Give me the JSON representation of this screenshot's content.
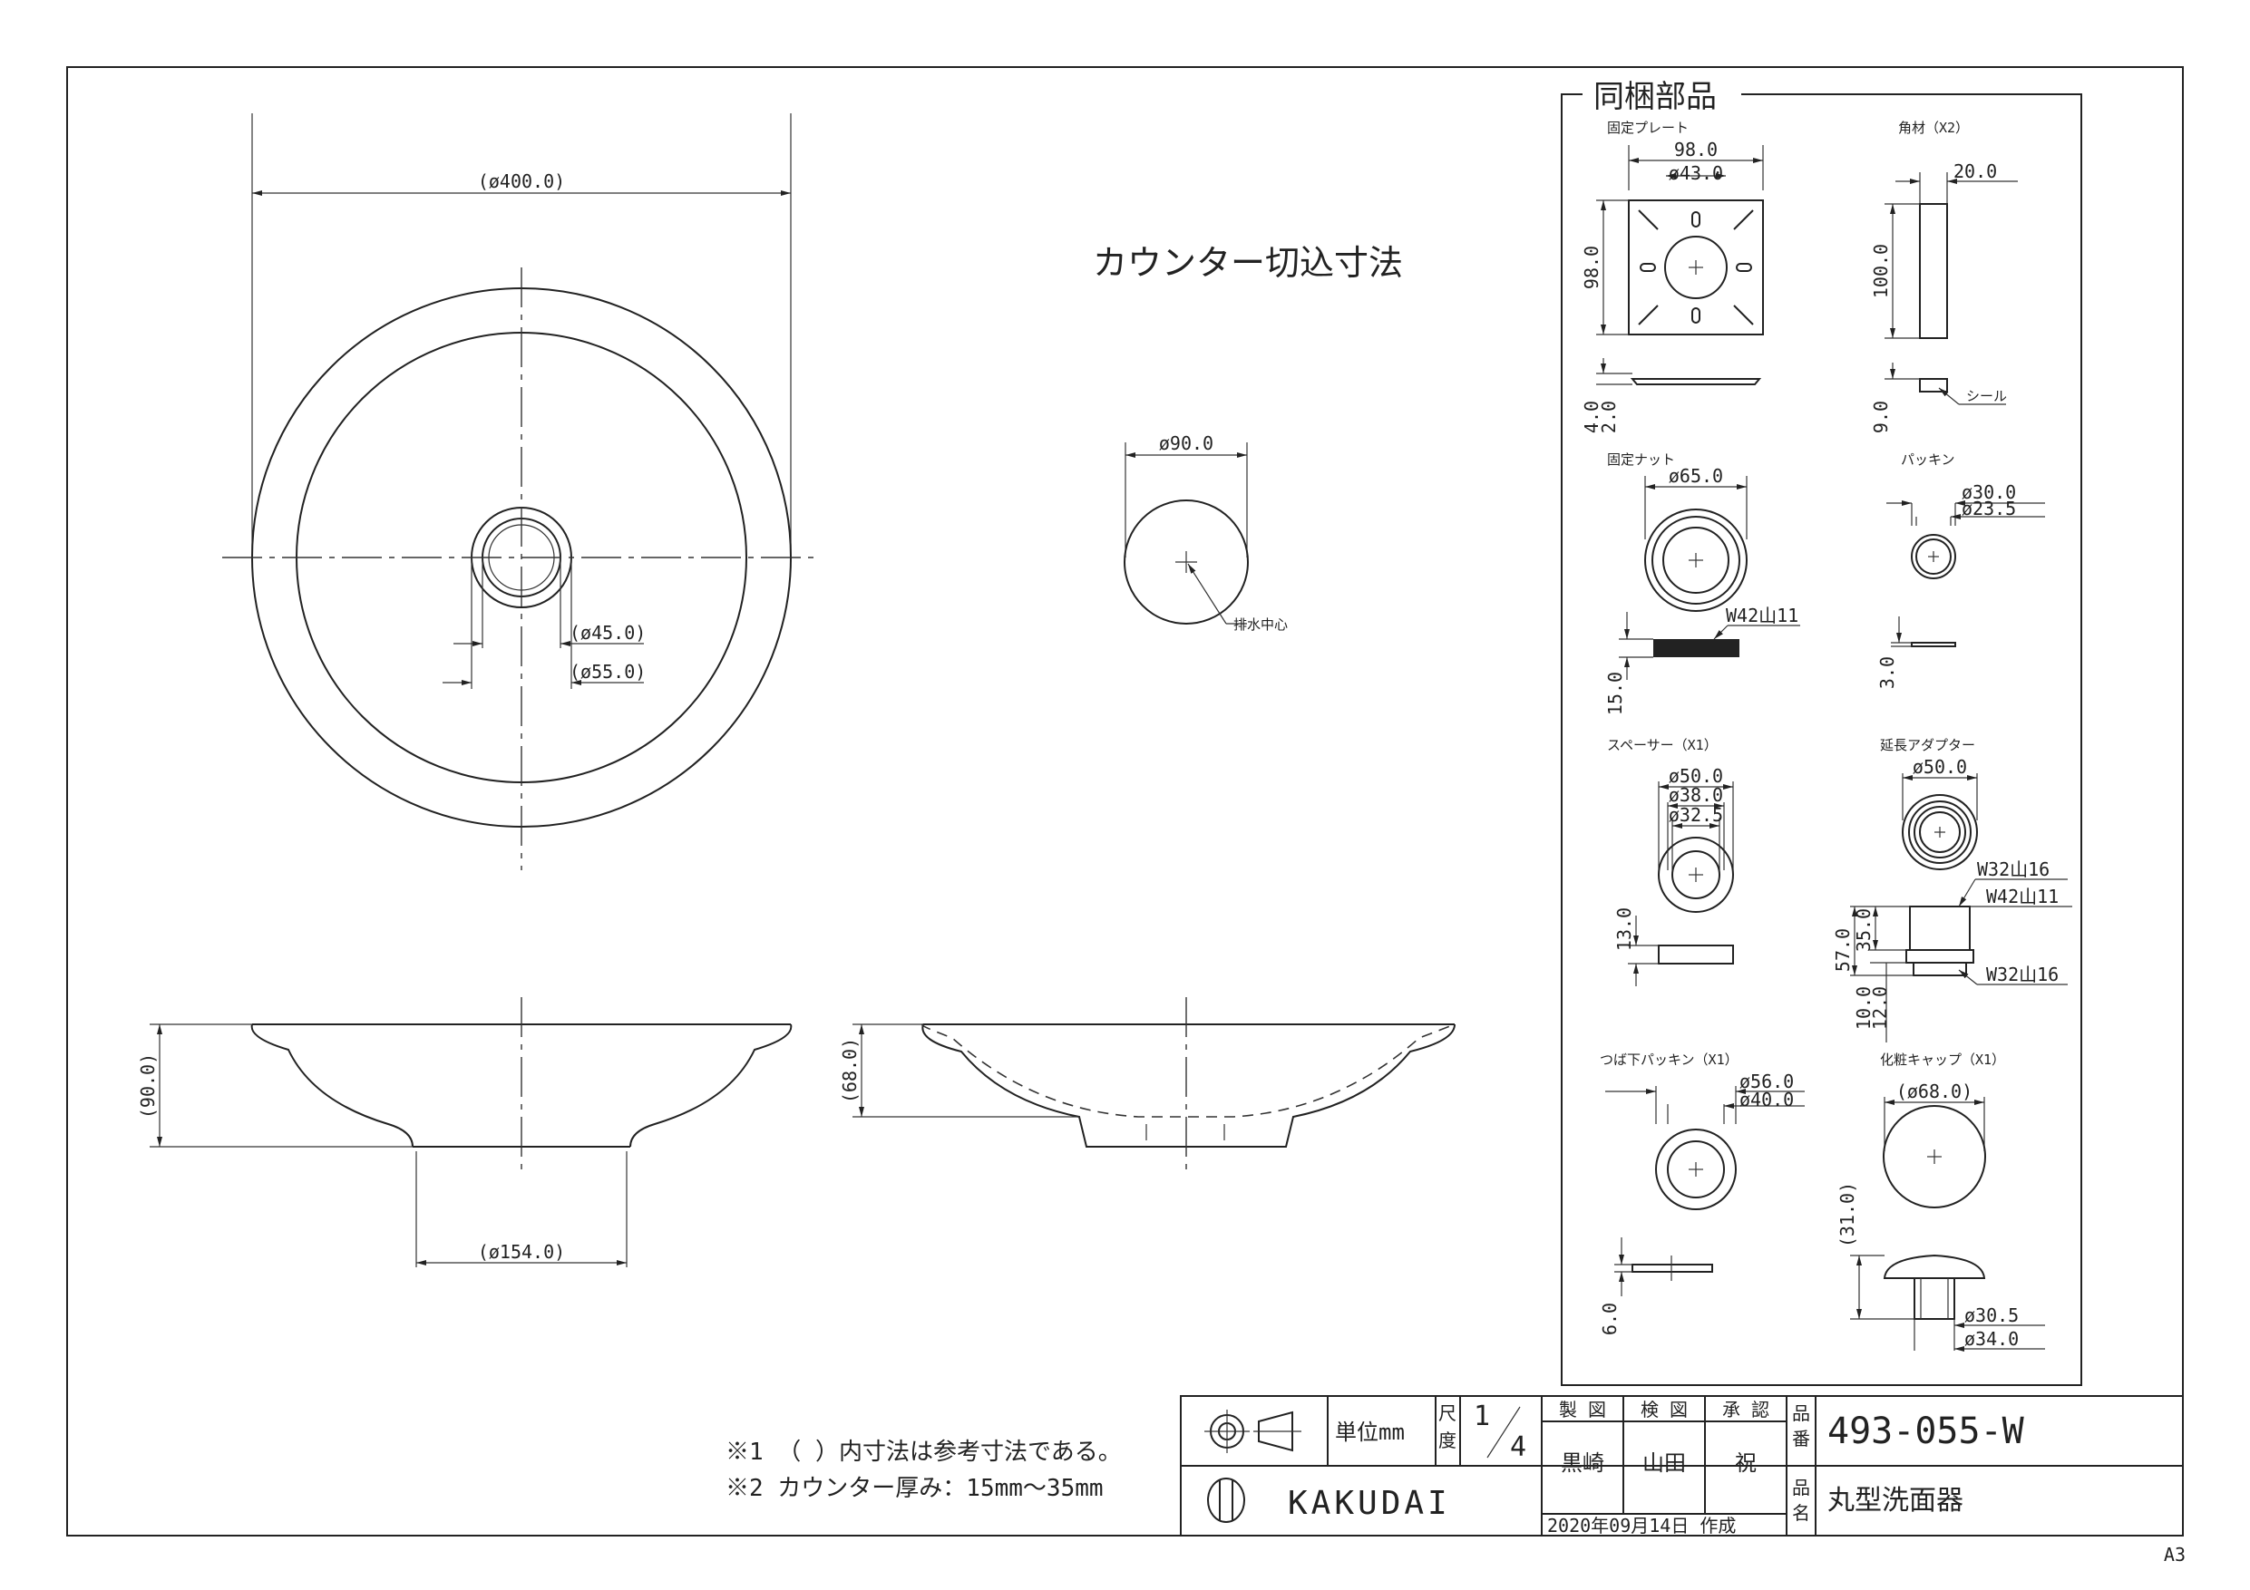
{
  "main": {
    "cutout_label": "カウンター切込寸法",
    "drain_center_label": "排水中心",
    "dims": {
      "outer_dia": "(ø400.0)",
      "drain_inner": "(ø45.0)",
      "drain_outer": "(ø55.0)",
      "cutout_dia": "ø90.0",
      "height_left": "(90.0)",
      "base_dia": "(ø154.0)",
      "height_right": "(68.0)"
    }
  },
  "parts": {
    "title": "同梱部品",
    "fixing_plate": {
      "label": "固定プレート",
      "d1": "98.0",
      "d2": "ø43.0",
      "d3": "98.0",
      "d4": "4.0",
      "d5": "2.0"
    },
    "square_bar": {
      "label": "角材（X2）",
      "d1": "20.0",
      "d2": "100.0",
      "d3": "9.0",
      "seal": "シール"
    },
    "fixing_nut": {
      "label": "固定ナット",
      "d1": "ø65.0",
      "thread": "W42山11",
      "d2": "15.0"
    },
    "packing": {
      "label": "パッキン",
      "d1": "ø30.0",
      "d2": "ø23.5",
      "d3": "3.0"
    },
    "spacer": {
      "label": "スペーサー（X1）",
      "d1": "ø50.0",
      "d2": "ø38.0",
      "d3": "ø32.5",
      "d4": "13.0"
    },
    "adapter": {
      "label": "延長アダプター",
      "d1": "ø50.0",
      "t1": "W32山16",
      "t2": "W42山11",
      "t3": "W32山16",
      "d2": "57.0",
      "d3": "35.0",
      "d4": "10.0",
      "d5": "12.0"
    },
    "flange_packing": {
      "label": "つば下パッキン（X1）",
      "d1": "ø56.0",
      "d2": "ø40.0",
      "d3": "6.0"
    },
    "cap": {
      "label": "化粧キャップ（X1）",
      "d1": "(ø68.0)",
      "d2": "(31.0)",
      "d3": "ø30.5",
      "d4": "ø34.0"
    }
  },
  "notes": {
    "note1": "※1 （ ）内寸法は参考寸法である。",
    "note2": "※2 カウンター厚み：15mm～35mm"
  },
  "title_block": {
    "unit": "単位mm",
    "scale_label_1": "尺",
    "scale_label_2": "度",
    "scale_num": "1",
    "scale_den": "4",
    "made": "製 図",
    "checked": "検 図",
    "approved": "承 認",
    "made_by": "黒崎",
    "checked_by": "山田",
    "approved_by": "祝",
    "date": "2020年09月14日 作成",
    "part_no_label_1": "品",
    "part_no_label_2": "番",
    "part_no": "493-055-W",
    "name_label_1": "品",
    "name_label_2": "名",
    "name": "丸型洗面器",
    "brand": "KAKUDAI",
    "sheet": "A3"
  }
}
